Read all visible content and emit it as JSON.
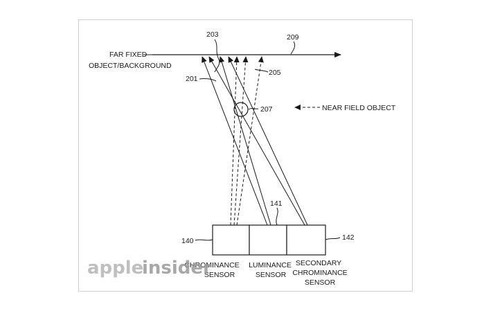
{
  "figure": {
    "far_object_label_line1": "FAR FIXED",
    "far_object_label_line2": "OBJECT/BACKGROUND",
    "near_object_label": "NEAR FIELD OBJECT",
    "refs": {
      "r201": "201",
      "r203": "203",
      "r205": "205",
      "r207": "207",
      "r209": "209",
      "r140": "140",
      "r141": "141",
      "r142": "142"
    },
    "sensors": {
      "chrominance_line1": "CHROMINANCE",
      "chrominance_line2": "SENSOR",
      "luminance_line1": "LUMINANCE",
      "luminance_line2": "SENSOR",
      "secondary_line1": "SECONDARY",
      "secondary_line2": "CHROMINANCE",
      "secondary_line3": "SENSOR"
    }
  },
  "watermark": {
    "part1": "apple",
    "part2": "insider",
    "color_light": "#b5b5b5",
    "color_dark": "#9a9a9a"
  }
}
